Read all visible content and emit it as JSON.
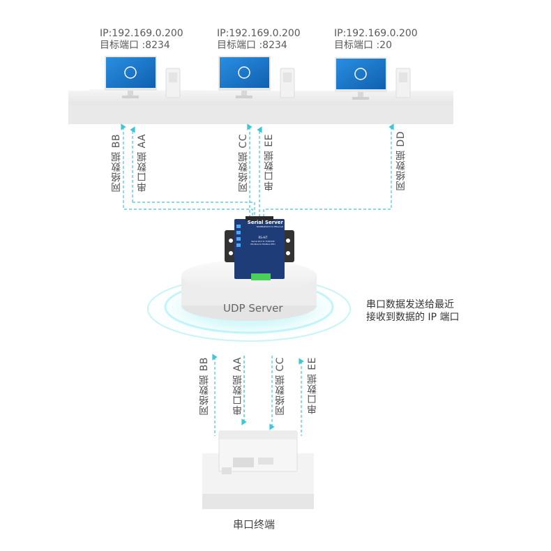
{
  "computers": [
    {
      "ip": "IP:192.169.0.200",
      "port": "目标端口 :8234"
    },
    {
      "ip": "IP:192.169.0.200",
      "port": "目标端口 :8234"
    },
    {
      "ip": "IP:192.169.0.200",
      "port": "目标端口 :20"
    }
  ],
  "upper_flows": {
    "bb": "网络数据 BB",
    "aa": "串口数据 AA",
    "cc": "网络数据 CC",
    "ee": "串口数据 EE",
    "dd": "网络数据 DD"
  },
  "device": {
    "title": "Serial Server",
    "subtitle": "RS485/RS232 to Ethernet",
    "model": "RS-AiT",
    "line1": "Serial Port to TCP/UDP",
    "line2": "Modbus to Modbus RTU"
  },
  "server": {
    "label": "UDP Server",
    "note_line1": "串口数据发送给最近",
    "note_line2": "接收到数据的 IP 端口"
  },
  "lower_flows": {
    "bb": "网络数据 BB",
    "aa": "串口数据 AA",
    "cc": "网络数据 CC",
    "ee": "串口数据 EE"
  },
  "terminal": {
    "label": "串口终端"
  },
  "colors": {
    "flow_line": "#3ec6d8",
    "monitor_screen": "#1a7fd0",
    "device_body": "#1e3c78"
  }
}
